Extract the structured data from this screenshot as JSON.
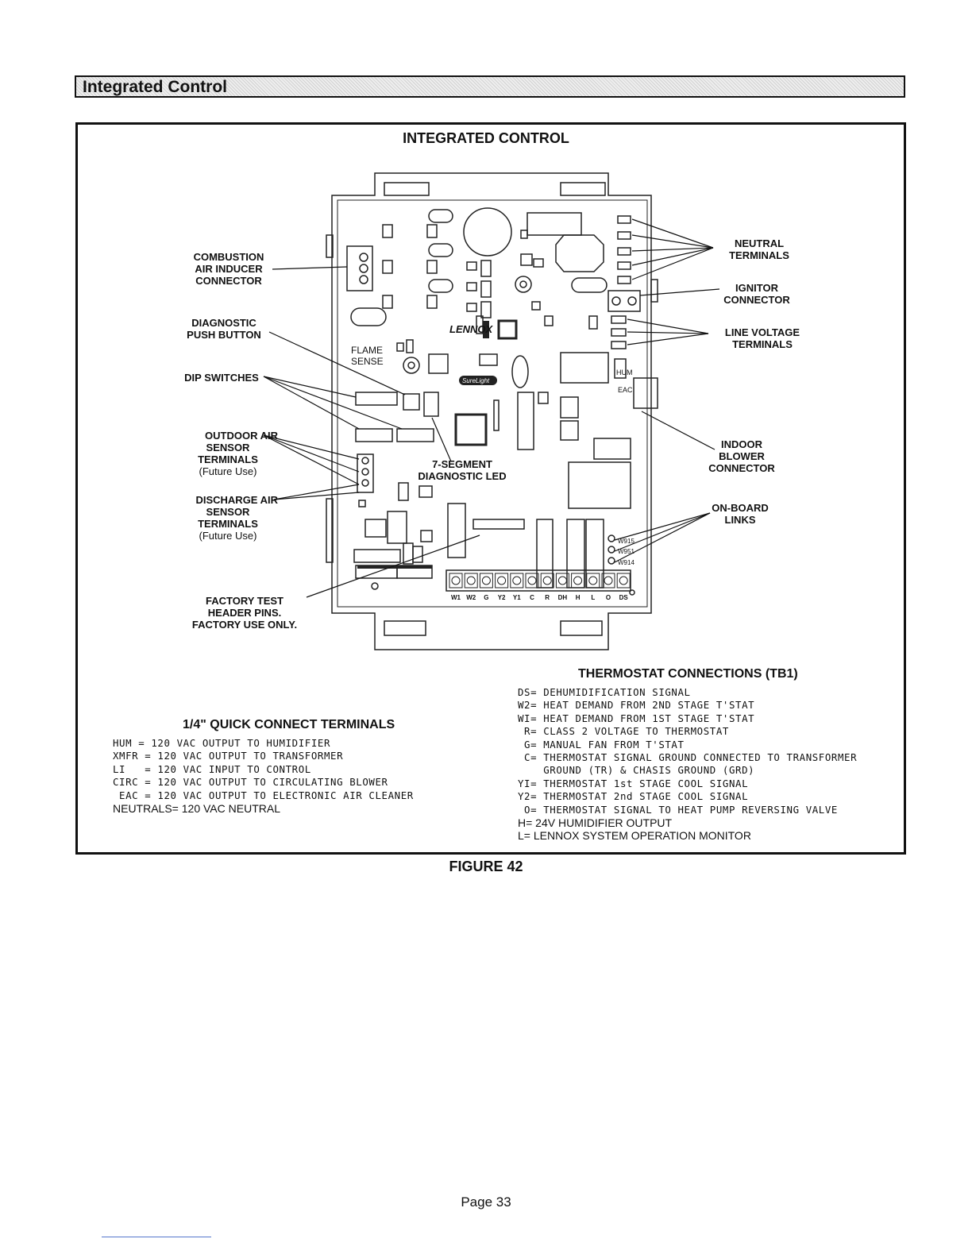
{
  "section": {
    "title": "Integrated Control"
  },
  "figure": {
    "title": "INTEGRATED CONTROL",
    "caption": "FIGURE 42",
    "callouts": {
      "combustion_air_inducer": [
        "COMBUSTION",
        "AIR INDUCER",
        "CONNECTOR"
      ],
      "diagnostic_push_button": [
        "DIAGNOSTIC",
        "PUSH BUTTON"
      ],
      "dip_switches": [
        "DIP SWITCHES"
      ],
      "outdoor_air_sensor": [
        "OUTDOOR AIR",
        "SENSOR",
        "TERMINALS",
        "(Future Use)"
      ],
      "discharge_air_sensor": [
        "DISCHARGE AIR",
        "SENSOR",
        "TERMINALS",
        "(Future Use)"
      ],
      "factory_test": [
        "FACTORY TEST",
        "HEADER PINS.",
        "FACTORY USE ONLY."
      ],
      "flame_sense": [
        "FLAME",
        "SENSE"
      ],
      "seven_segment": [
        "7-SEGMENT",
        "DIAGNOSTIC LED"
      ],
      "neutral_terminals": [
        "NEUTRAL",
        "TERMINALS"
      ],
      "ignitor_connector": [
        "IGNITOR",
        "CONNECTOR"
      ],
      "line_voltage_terminals": [
        "LINE VOLTAGE",
        "TERMINALS"
      ],
      "indoor_blower_connector": [
        "INDOOR",
        "BLOWER",
        "CONNECTOR"
      ],
      "on_board_links": [
        "ON-BOARD",
        "LINKS"
      ]
    },
    "board_text": {
      "brand": "LENNOX",
      "surelight": "SureLight",
      "hum": "HUM",
      "eac": "EAC",
      "links": [
        "W915",
        "W951",
        "W914"
      ],
      "terminals": [
        "W1",
        "W2",
        "G",
        "Y2",
        "Y1",
        "C",
        "R",
        "DH",
        "H",
        "L",
        "O",
        "DS"
      ]
    }
  },
  "quick_connect": {
    "heading": "1/4\" QUICK CONNECT TERMINALS",
    "lines": [
      "HUM = 120 VAC OUTPUT TO HUMIDIFIER",
      "XMFR = 120 VAC OUTPUT TO TRANSFORMER",
      "LI   = 120 VAC INPUT TO CONTROL",
      "CIRC = 120 VAC OUTPUT TO CIRCULATING BLOWER",
      " EAC = 120 VAC OUTPUT TO ELECTRONIC AIR CLEANER"
    ],
    "neutrals": "NEUTRALS= 120 VAC NEUTRAL"
  },
  "thermostat": {
    "heading": "THERMOSTAT CONNECTIONS (TB1)",
    "lines": [
      "DS= DEHUMIDIFICATION SIGNAL",
      "W2= HEAT DEMAND FROM 2ND STAGE T'STAT",
      "WI= HEAT DEMAND FROM 1ST STAGE T'STAT",
      " R= CLASS 2 VOLTAGE TO THERMOSTAT",
      " G= MANUAL FAN FROM T'STAT",
      " C= THERMOSTAT SIGNAL GROUND CONNECTED TO TRANSFORMER",
      "    GROUND (TR) & CHASIS GROUND (GRD)",
      "YI= THERMOSTAT 1st STAGE COOL SIGNAL",
      "Y2= THERMOSTAT 2nd STAGE COOL SIGNAL",
      " O= THERMOSTAT SIGNAL TO HEAT PUMP REVERSING VALVE"
    ],
    "plain_lines": [
      "H= 24V HUMIDIFIER OUTPUT",
      "L= LENNOX SYSTEM OPERATION MONITOR"
    ]
  },
  "page": {
    "number": "Page 33"
  }
}
